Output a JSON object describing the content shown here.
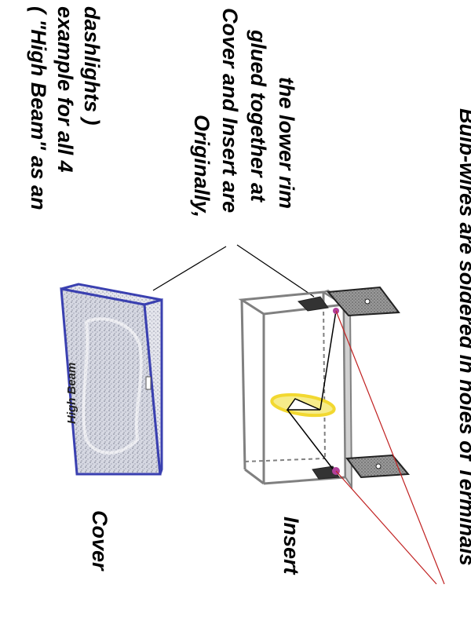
{
  "diagram": {
    "note_high_beam": {
      "lines": [
        "( \"High Beam\" as an",
        "example for all 4",
        "dashlights )"
      ]
    },
    "note_glued": {
      "lines": [
        "Originally,",
        "Cover and Insert are",
        "glued together at",
        "the lower rim"
      ]
    },
    "note_bulb_wires": {
      "lines": [
        "Bulb-wires are soldered in holes of Terminals"
      ]
    },
    "cover_label": "Cover",
    "insert_label": "Insert",
    "cover_face_text": "High Beam",
    "colors": {
      "cover_outline": "#3a40b0",
      "cover_fill": "#c9cbd8",
      "insert_frame": "#808080",
      "terminal": "#444444",
      "bulb_glow": "#f2e04a",
      "solder_dot": "#b0409a",
      "pointer_red": "#c02020",
      "pointer_black": "#000000"
    }
  }
}
